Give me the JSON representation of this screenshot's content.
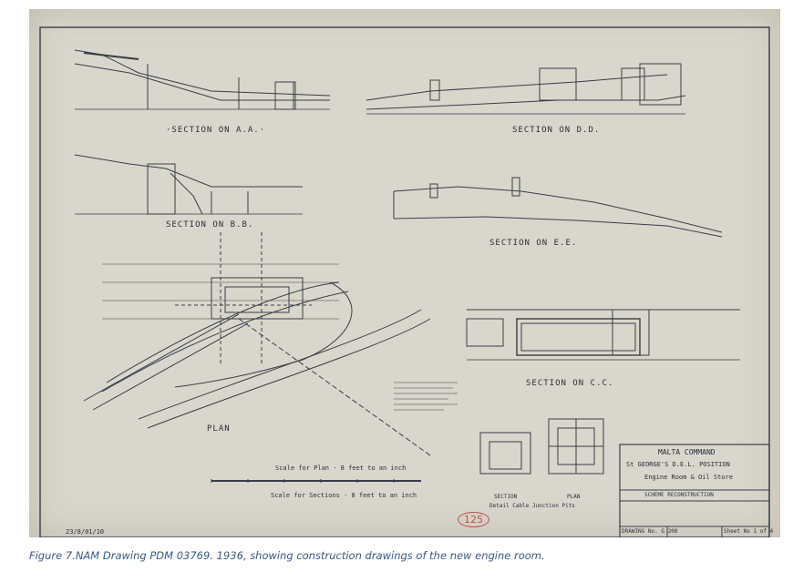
{
  "sections": {
    "aa": "·SECTION ON A.A.·",
    "dd": "SECTION ON D.D.",
    "bb": "SECTION ON B.B.",
    "ee": "SECTION ON E.E.",
    "cc": "SECTION ON C.C.",
    "plan": "PLAN"
  },
  "scales": {
    "plan": "Scale for Plan · 8 feet to an inch",
    "sections": "Scale for Sections · 8 feet to an inch"
  },
  "detail": {
    "section": "SECTION",
    "plan": "PLAN",
    "title": "Detail Cable Junction Pits"
  },
  "title_block": {
    "command": "MALTA COMMAND",
    "position": "St GEORGE'S D.E.L. POSITION",
    "subject": "Engine Room & Oil Store",
    "work": "SCHEME RECONSTRUCTION",
    "drawing_no": "DRAWING No. G 208",
    "sheet": "Sheet No 1 of 4"
  },
  "stamps": {
    "reference": "125",
    "file_ref": "23/8/01/10"
  },
  "caption": "Figure 7.NAM Drawing PDM 03769. 1936, showing construction drawings of the new engine room."
}
